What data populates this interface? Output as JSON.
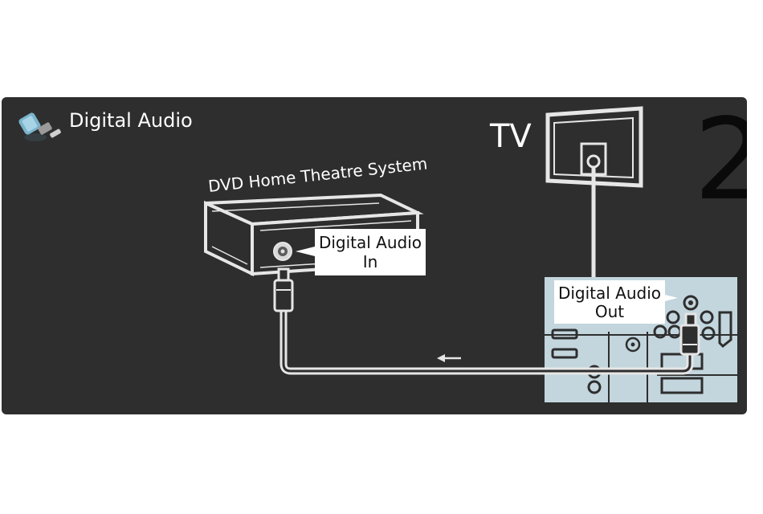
{
  "header": {
    "title": "Digital Audio",
    "icon": "rca-plug-icon"
  },
  "step_number": "2",
  "devices": {
    "tv": {
      "label": "TV"
    },
    "dvd": {
      "label": "DVD Home Theatre System"
    }
  },
  "connectors": {
    "dvd_input": {
      "line1": "Digital Audio",
      "line2": "In"
    },
    "tv_output": {
      "line1": "Digital Audio",
      "line2": "Out"
    }
  },
  "colors": {
    "background": "#2e2e2e",
    "line": "#e6e6e6",
    "panel": "#c3d5dd",
    "cable_blue": "#8fb8c8"
  }
}
